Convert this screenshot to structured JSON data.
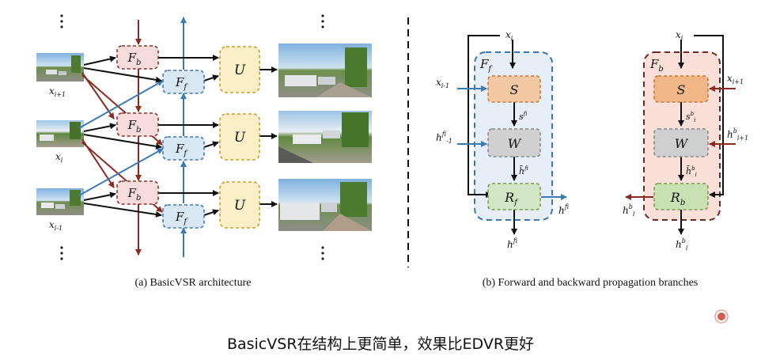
{
  "colors": {
    "black_arrow": "#111111",
    "red_arrow": "#8b2a1f",
    "blue_arrow": "#3a7ab5",
    "fb_fill": "#f7dcdc",
    "fb_stroke": "#8e2f2f",
    "ff_fill": "#d9e7f5",
    "ff_stroke": "#3f79b4",
    "u_fill": "#fbefc8",
    "u_stroke": "#c9a12f",
    "s_fill": "#f1c8a2",
    "s_stroke": "#c47b3a",
    "w_fill": "#d0d0d0",
    "w_stroke": "#888888",
    "r_fill": "#d3e6c3",
    "r_stroke": "#7a9b4f",
    "recording_dot": "#d04030"
  },
  "panel_a": {
    "inputs": [
      "x_{i+1}",
      "x_i",
      "x_{i-1}"
    ],
    "fb_label": "F_b",
    "ff_label": "F_f",
    "u_label": "U",
    "caption": "(a) BasicVSR architecture"
  },
  "panel_b": {
    "forward": {
      "title": "F_f",
      "top_input": "x_i",
      "left_input_1": "x_{i-1}",
      "left_input_2": "h^f_{i-1}",
      "s": "S",
      "w": "W",
      "r": "R_f",
      "s_out": "s^f_i",
      "w_out": "h̄^f_i",
      "side_out": "h^f_i",
      "bottom_out": "h^f_i"
    },
    "backward": {
      "title": "F_b",
      "top_input": "x_i",
      "right_input_1": "x_{i+1}",
      "right_input_2": "h^b_{i+1}",
      "s": "S",
      "w": "W",
      "r": "R_b",
      "s_out": "s^b_i",
      "w_out": "h̄^b_i",
      "side_out": "h^b_i",
      "bottom_out": "h^b_i"
    },
    "caption": "(b) Forward and backward propagation branches"
  },
  "subtitle": "BasicVSR在结构上更简单，效果比EDVR更好"
}
